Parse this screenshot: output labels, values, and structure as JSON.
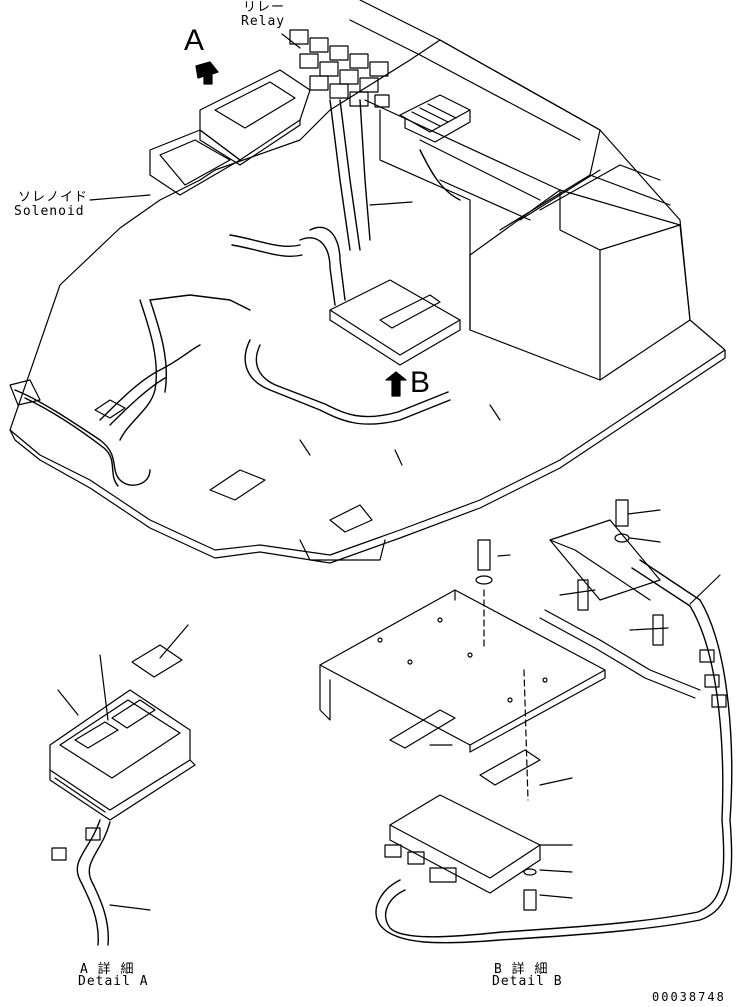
{
  "labels": {
    "relay_jp": "リレー",
    "relay_en": "Relay",
    "solenoid_jp": "ソレノイド",
    "solenoid_en": "Solenoid",
    "view_a": "A",
    "view_b": "B",
    "detail_a_jp": "A 詳 細",
    "detail_a_en": "Detail A",
    "detail_b_jp": "B 詳 細",
    "detail_b_en": "Detail B",
    "drawing_number": "00038748"
  }
}
